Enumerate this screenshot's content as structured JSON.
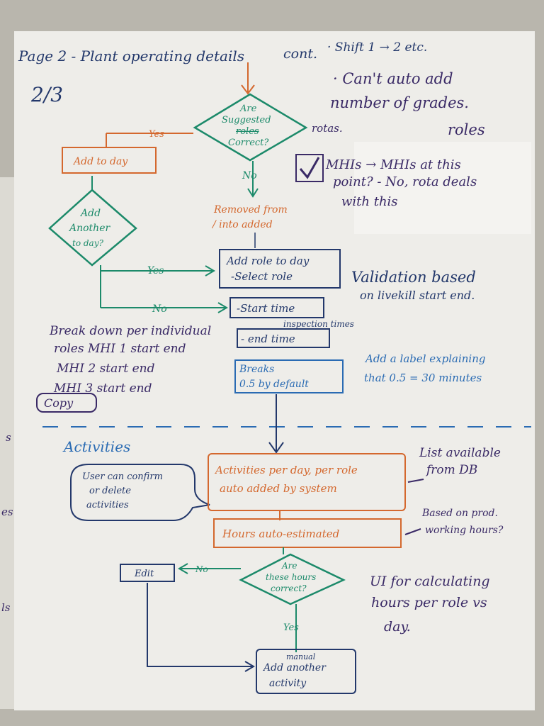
{
  "palette": {
    "wall": "#b9b6ad",
    "paper": "#eeede9",
    "ink_blue": "#23386b",
    "ink_purple": "#3a2a66",
    "ink_green": "#1c8a6a",
    "ink_orange": "#d4682e",
    "ink_lightblue": "#2a6bb3"
  },
  "header": {
    "title": "Page 2 - Plant operating details",
    "cont": "cont.",
    "shift_note": "· Shift 1 → 2 etc.",
    "page_no": "2/3"
  },
  "notes_right": {
    "cant_add_1": "· Can't auto add",
    "cant_add_2": "number of grades.",
    "cant_add_3": "roles",
    "rotas": "rotas.",
    "mhis_1": "MHIs → MHIs at this",
    "mhis_2": "point? - No, rota deals",
    "mhis_3": "with this",
    "validation_1": "Validation based",
    "validation_2": "on livekill start end.",
    "label_note_1": "Add a label explaining",
    "label_note_2": "that 0.5 = 30 minutes",
    "list_note_1": "List available",
    "list_note_2": "from DB",
    "based_note_1": "Based on prod.",
    "based_note_2": "working hours?",
    "ui_note_1": "UI for calculating",
    "ui_note_2": "hours per role vs",
    "ui_note_3": "day."
  },
  "flow": {
    "decision1_1": "Are",
    "decision1_2": "Suggested",
    "decision1_3": "roles",
    "decision1_4": "Correct?",
    "yes": "Yes",
    "no": "No",
    "add_to_day": "Add to day",
    "removed_1": "Removed from",
    "removed_2": "/ into added",
    "decision2_1": "Add",
    "decision2_2": "Another",
    "decision2_3": "to day?",
    "add_role_1": "Add role to day",
    "add_role_2": "-Select role",
    "start_time": "-Start time",
    "inspection": "inspection times",
    "end_time": "- end time",
    "breaks_1": "Breaks",
    "breaks_2": "0.5 by default",
    "activities_heading": "Activities",
    "bubble_1": "User can confirm",
    "bubble_2": "or delete",
    "bubble_3": "activities",
    "activities_box_1": "Activities per day, per role",
    "activities_box_2": "auto added by system",
    "hours_box": "Hours auto-estimated",
    "decision3_1": "Are",
    "decision3_2": "these hours",
    "decision3_3": "correct?",
    "edit": "Edit",
    "manual": "manual",
    "add_activity_1": "Add another",
    "add_activity_2": "activity"
  },
  "left_notes": {
    "line1": "Break down per individual",
    "line2": "roles MHI 1 start end",
    "line3": "MHI 2 start end",
    "line4": "MHI 3 start end",
    "copy": "Copy"
  },
  "edge_fragments": {
    "f1": "s",
    "f2": "es",
    "f3": "ls"
  }
}
